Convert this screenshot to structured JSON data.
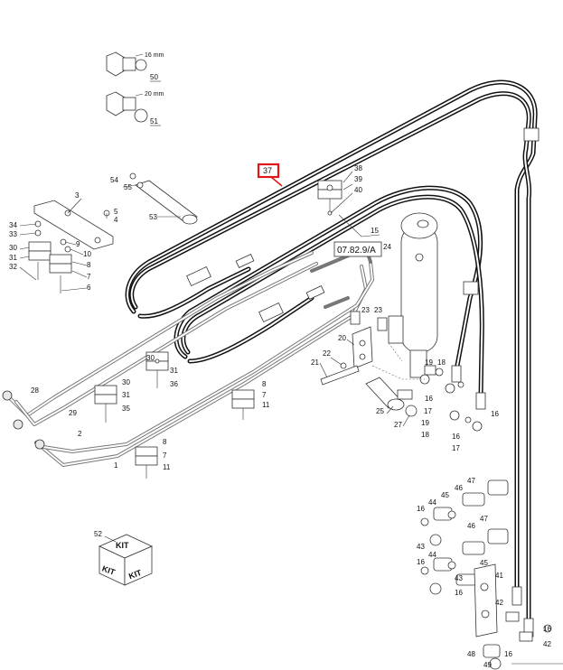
{
  "diagram": {
    "highlighted_part": "37",
    "reference_label": "07.82.9/A",
    "kit_faces": [
      "KIT",
      "KIT",
      "KIT"
    ],
    "dimensions": {
      "d50": "16 mm",
      "d51": "20 mm"
    },
    "callouts": {
      "c1": "1",
      "c2": "2",
      "c3": "3",
      "c4": "4",
      "c5": "5",
      "c6": "6",
      "c7a": "7",
      "c7b": "7",
      "c7c": "7",
      "c8a": "8",
      "c8b": "8",
      "c8c": "8",
      "c9": "9",
      "c10": "10",
      "c11a": "11",
      "c11b": "11",
      "c15": "15",
      "c16a": "16",
      "c16b": "16",
      "c16c": "16",
      "c16d": "16",
      "c16e": "16",
      "c16f": "16",
      "c16g": "16",
      "c16h": "16",
      "c17a": "17",
      "c17b": "17",
      "c18a": "18",
      "c18b": "18",
      "c19a": "19",
      "c19b": "19",
      "c20": "20",
      "c21": "21",
      "c22": "22",
      "c23a": "23",
      "c23b": "23",
      "c24": "24",
      "c25": "25",
      "c27": "27",
      "c28": "28",
      "c29": "29",
      "c30a": "30",
      "c30b": "30",
      "c30c": "30",
      "c31a": "31",
      "c31b": "31",
      "c31c": "31",
      "c32": "32",
      "c33": "33",
      "c34": "34",
      "c35": "35",
      "c36": "36",
      "c38": "38",
      "c39": "39",
      "c40": "40",
      "c41": "41",
      "c42a": "42",
      "c42b": "42",
      "c43a": "43",
      "c43b": "43",
      "c44a": "44",
      "c44b": "44",
      "c45a": "45",
      "c45b": "45",
      "c46a": "46",
      "c46b": "46",
      "c47a": "47",
      "c47b": "47",
      "c48": "48",
      "c49": "49",
      "c50": "50",
      "c51": "51",
      "c52": "52",
      "c53": "53",
      "c54": "54",
      "c55": "55"
    }
  }
}
